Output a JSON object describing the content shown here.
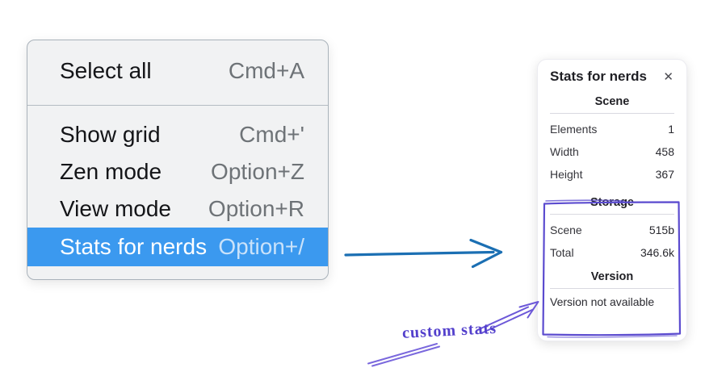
{
  "menu": {
    "items": [
      {
        "label": "Select all",
        "shortcut": "Cmd+A",
        "highlighted": false
      },
      {
        "label": "Show grid",
        "shortcut": "Cmd+'",
        "highlighted": false
      },
      {
        "label": "Zen mode",
        "shortcut": "Option+Z",
        "highlighted": false
      },
      {
        "label": "View mode",
        "shortcut": "Option+R",
        "highlighted": false
      },
      {
        "label": "Stats for nerds",
        "shortcut": "Option+/",
        "highlighted": true
      }
    ]
  },
  "stats_panel": {
    "title": "Stats for nerds",
    "close_label": "✕",
    "scene": {
      "header": "Scene",
      "rows": [
        {
          "label": "Elements",
          "value": "1"
        },
        {
          "label": "Width",
          "value": "458"
        },
        {
          "label": "Height",
          "value": "367"
        }
      ]
    },
    "storage": {
      "header": "Storage",
      "rows": [
        {
          "label": "Scene",
          "value": "515b"
        },
        {
          "label": "Total",
          "value": "346.6k"
        }
      ]
    },
    "version": {
      "header": "Version",
      "note": "Version not available"
    }
  },
  "annotations": {
    "custom_stats_label": "custom stats"
  },
  "colors": {
    "menu_highlight": "#3b99ef",
    "menu_background": "#f1f2f3",
    "arrow_blue": "#1b6fb3",
    "annotation_purple": "#5b4bcf",
    "annotation_text_purple": "#5340cc"
  }
}
